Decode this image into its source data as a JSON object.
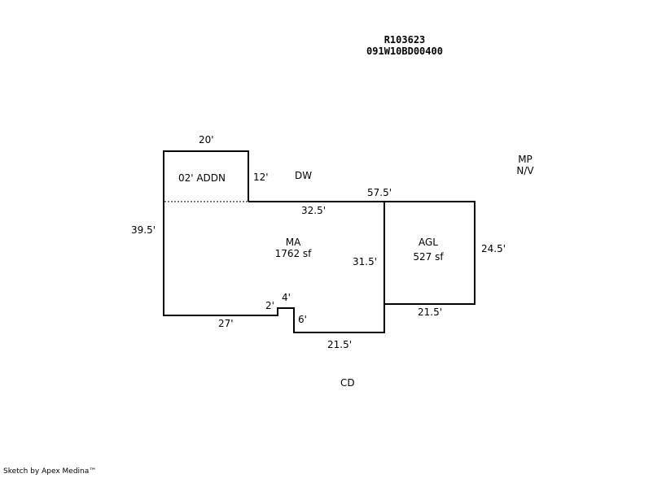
{
  "header": {
    "account_id": "R103623",
    "parcel_id": "091W10BD00400"
  },
  "areas": {
    "addition": {
      "label": "02' ADDN"
    },
    "main": {
      "label": "MA",
      "area": "1762 sf"
    },
    "garage": {
      "label": "AGL",
      "area": "527 sf"
    }
  },
  "annotations": {
    "driveway": "DW",
    "mp_line1": "MP",
    "mp_line2": "N/V",
    "cd": "CD"
  },
  "dimensions": {
    "addn_top": "20'",
    "addn_right": "12'",
    "main_top_total": "57.5'",
    "main_top_segment": "32.5'",
    "main_left": "39.5'",
    "main_right": "31.5'",
    "main_bottom_left": "27'",
    "notch_rise": "2'",
    "notch_top": "4'",
    "notch_drop": "6'",
    "main_bottom_right": "21.5'",
    "garage_right": "24.5'",
    "garage_bottom": "21.5'"
  },
  "footer": {
    "credit": "Sketch by Apex Medina™"
  },
  "colors": {
    "outline": "#000000",
    "dashed_line": "#808080"
  }
}
